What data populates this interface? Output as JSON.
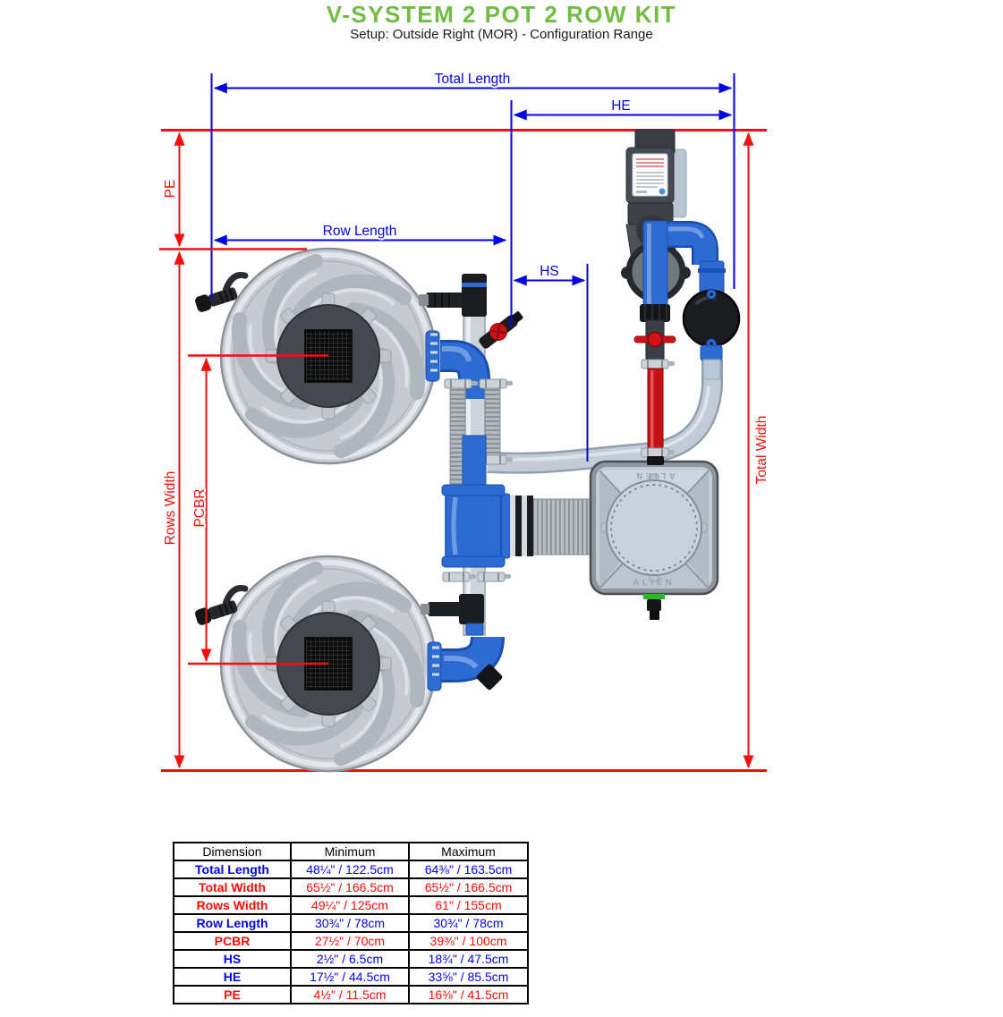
{
  "header": {
    "title": "V-SYSTEM 2 POT 2 ROW KIT",
    "subtitle": "Setup: Outside Right (MOR) - Configuration Range"
  },
  "colors": {
    "title_green": "#6fbe41",
    "dim_blue": "#0202e8",
    "dim_red": "#f70d09",
    "table_blue": "#0000f5",
    "table_red": "#fb0a06",
    "pipe_blue": "#2d6bd2",
    "pipe_red": "#c51015",
    "tank_green_band": "#2db52d"
  },
  "diagram": {
    "labels": {
      "total_length": "Total Length",
      "he": "HE",
      "pe": "PE",
      "row_length": "Row Length",
      "hs": "HS",
      "rows_width": "Rows Width",
      "pcbr": "PCBR",
      "total_width": "Total Width"
    },
    "reservoir_brand": "ALIEN"
  },
  "table": {
    "headers": [
      "Dimension",
      "Minimum",
      "Maximum"
    ],
    "rows": [
      {
        "dimension": "Total Length",
        "minimum": "48¼\" / 122.5cm",
        "maximum": "64⅜\" / 163.5cm",
        "color": "#0000f5"
      },
      {
        "dimension": "Total Width",
        "minimum": "65½\" / 166.5cm",
        "maximum": "65½\" / 166.5cm",
        "color": "#fb0a06"
      },
      {
        "dimension": "Rows Width",
        "minimum": "49¼\" / 125cm",
        "maximum": "61\" / 155cm",
        "color": "#fb0a06"
      },
      {
        "dimension": "Row Length",
        "minimum": "30¾\" / 78cm",
        "maximum": "30¾\" / 78cm",
        "color": "#0000f5"
      },
      {
        "dimension": "PCBR",
        "minimum": "27½\" / 70cm",
        "maximum": "39⅜\" / 100cm",
        "color": "#fb0a06"
      },
      {
        "dimension": "HS",
        "minimum": "2½\" / 6.5cm",
        "maximum": "18¾\" / 47.5cm",
        "color": "#0000f5"
      },
      {
        "dimension": "HE",
        "minimum": "17½\" / 44.5cm",
        "maximum": "33⅝\" / 85.5cm",
        "color": "#0000f5"
      },
      {
        "dimension": "PE",
        "minimum": "4½\" / 11.5cm",
        "maximum": "16⅜\" / 41.5cm",
        "color": "#fb0a06"
      }
    ]
  }
}
